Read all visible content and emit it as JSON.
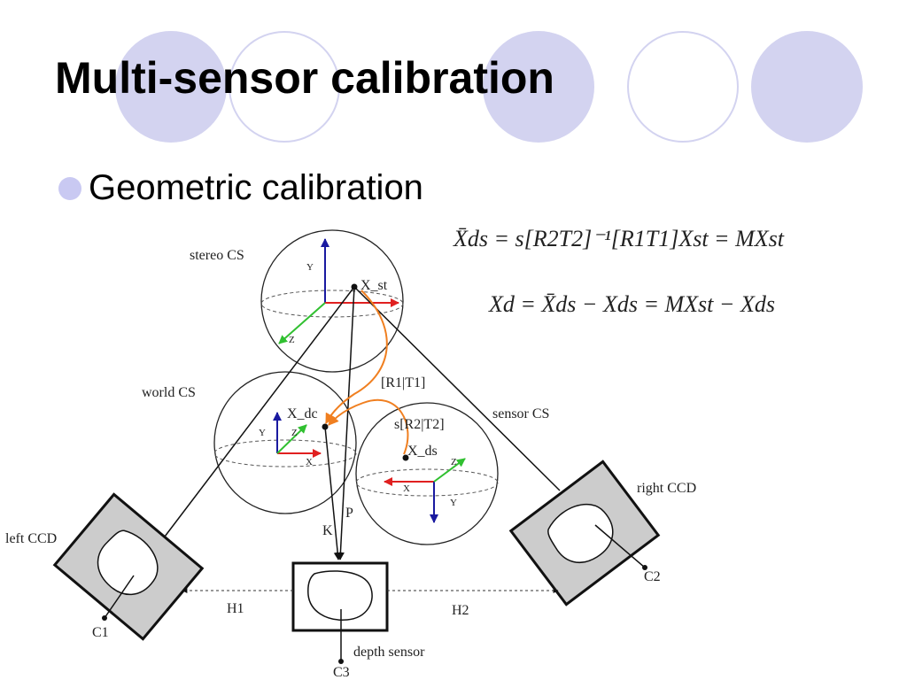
{
  "slide": {
    "title": "Multi-sensor calibration",
    "bullet": "Geometric calibration"
  },
  "equations": {
    "line1": "X̄ds = s[R2T2]⁻¹[R1T1]Xst = MXst",
    "line2": "Xd = X̄ds − Xds = MXst − Xds"
  },
  "diagram": {
    "labels": {
      "stereo_cs": "stereo CS",
      "world_cs": "world CS",
      "sensor_cs": "sensor CS",
      "left_ccd": "left CCD",
      "right_ccd": "right CCD",
      "depth_sensor": "depth sensor",
      "x_st": "X_st",
      "x_dc": "X_dc",
      "x_ds": "X_ds",
      "r1t1": "[R1|T1]",
      "r2t2": "s[R2|T2]",
      "k": "K",
      "p": "P",
      "h1": "H1",
      "h2": "H2",
      "c1": "C1",
      "c2": "C2",
      "c3": "C3"
    },
    "axes": {
      "x": "X",
      "y": "Y",
      "z": "Z"
    }
  },
  "colors": {
    "accent_light": "#d3d3f0",
    "bullet": "#c9c9f2",
    "axis_x": "#e02020",
    "axis_y": "#1a1aa0",
    "axis_z": "#30c030",
    "transform_arrow": "#f07f20",
    "ccd_fill": "#cccccc"
  }
}
